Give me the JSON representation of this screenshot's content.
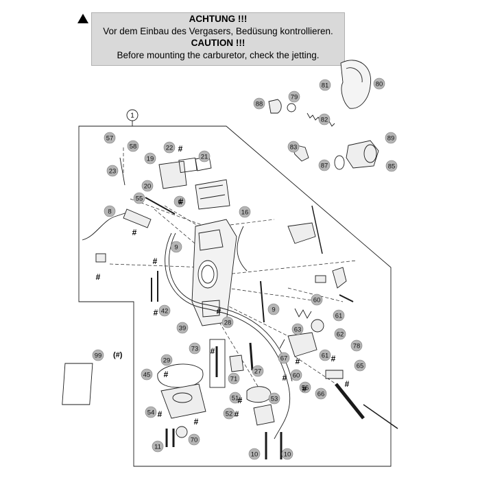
{
  "warning": {
    "title_de": "ACHTUNG !!!",
    "text_de": "Vor dem Einbau des Vergasers, Bedüsung kontrollieren.",
    "title_en": "CAUTION !!!",
    "text_en": "Before mounting the carburetor, check the jetting."
  },
  "assembly_label": "1",
  "callouts": [
    {
      "id": "80",
      "label": "80"
    },
    {
      "id": "81",
      "label": "81"
    },
    {
      "id": "79",
      "label": "79"
    },
    {
      "id": "88",
      "label": "88"
    },
    {
      "id": "82",
      "label": "82"
    },
    {
      "id": "89",
      "label": "89"
    },
    {
      "id": "83",
      "label": "83"
    },
    {
      "id": "87",
      "label": "87"
    },
    {
      "id": "85",
      "label": "85"
    },
    {
      "id": "57",
      "label": "57"
    },
    {
      "id": "58",
      "label": "58"
    },
    {
      "id": "22",
      "label": "22"
    },
    {
      "id": "21",
      "label": "21"
    },
    {
      "id": "19",
      "label": "19"
    },
    {
      "id": "23",
      "label": "23"
    },
    {
      "id": "20",
      "label": "20"
    },
    {
      "id": "55",
      "label": "55"
    },
    {
      "id": "6",
      "label": "6"
    },
    {
      "id": "8",
      "label": "8"
    },
    {
      "id": "16",
      "label": "16"
    },
    {
      "id": "9a",
      "label": "9"
    },
    {
      "id": "9b",
      "label": "9"
    },
    {
      "id": "42",
      "label": "42"
    },
    {
      "id": "39",
      "label": "39"
    },
    {
      "id": "28",
      "label": "28"
    },
    {
      "id": "60a",
      "label": "60"
    },
    {
      "id": "61a",
      "label": "61"
    },
    {
      "id": "63",
      "label": "63"
    },
    {
      "id": "62",
      "label": "62"
    },
    {
      "id": "78",
      "label": "78"
    },
    {
      "id": "73",
      "label": "73"
    },
    {
      "id": "67",
      "label": "67"
    },
    {
      "id": "61b",
      "label": "61"
    },
    {
      "id": "65",
      "label": "65"
    },
    {
      "id": "99",
      "label": "99"
    },
    {
      "id": "29",
      "label": "29"
    },
    {
      "id": "45",
      "label": "45"
    },
    {
      "id": "27",
      "label": "27"
    },
    {
      "id": "71",
      "label": "71"
    },
    {
      "id": "60b",
      "label": "60"
    },
    {
      "id": "56",
      "label": "56"
    },
    {
      "id": "66",
      "label": "66"
    },
    {
      "id": "51",
      "label": "51"
    },
    {
      "id": "53",
      "label": "53"
    },
    {
      "id": "52",
      "label": "52"
    },
    {
      "id": "54",
      "label": "54"
    },
    {
      "id": "70",
      "label": "70"
    },
    {
      "id": "11",
      "label": "11"
    },
    {
      "id": "10a",
      "label": "10"
    },
    {
      "id": "10b",
      "label": "10"
    }
  ],
  "hash_mark": "#",
  "kit_note": "(#)",
  "colors": {
    "callout_fill": "#b5b5b5",
    "line": "#1a1a1a",
    "warning_bg": "#d9d9d9"
  }
}
